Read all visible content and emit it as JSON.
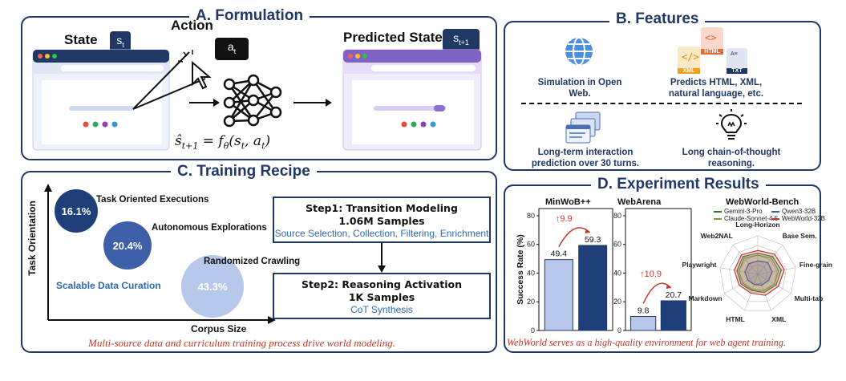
{
  "formulation": {
    "title": "A. Formulation",
    "state_label": "State",
    "state_tag": "s",
    "state_sub": "t",
    "action_label": "Action",
    "action_tag": "a",
    "action_sub": "t",
    "predicted_label": "Predicted State",
    "predicted_tag": "s",
    "predicted_sub": "t+1",
    "equation": "ŝ_{t+1} = f_θ(s_t, a_t)"
  },
  "features": {
    "title": "B. Features",
    "items": [
      {
        "text": "Simulation in Open Web.",
        "icon": "globe-icon"
      },
      {
        "text": "Predicts HTML, XML, natural language, etc.",
        "icon": "file-types-icon"
      },
      {
        "text": "Long-term interaction prediction over 30 turns.",
        "icon": "stacked-windows-icon"
      },
      {
        "text": "Long chain-of-thought reasoning.",
        "icon": "lightbulb-icon"
      }
    ],
    "file_tags": [
      "HTML",
      "XML",
      "TXT"
    ]
  },
  "training": {
    "title": "C. Training Recipe",
    "ylabel": "Task Orientation",
    "xlabel": "Corpus Size",
    "bubbles": [
      {
        "label": "Task Oriented Executions",
        "pct": "16.1%",
        "color": "#1f3f7a"
      },
      {
        "label": "Autonomous Explorations",
        "pct": "20.4%",
        "color": "#3d5fa8"
      },
      {
        "label": "Randomized Crawling",
        "pct": "43.3%",
        "color": "#b8c8ea"
      }
    ],
    "curation": "Scalable Data Curation",
    "step1": {
      "title": "Step1: Transition Modeling",
      "samples": "1.06M Samples",
      "detail": "Source Selection, Collection, Filtering, Enrichment"
    },
    "step2": {
      "title": "Step2: Reasoning Activation",
      "samples": "1K Samples",
      "detail": "CoT Synthesis"
    },
    "footer": "Multi-source data and curriculum training process drive world modeling."
  },
  "experiments": {
    "title": "D. Experiment Results",
    "ylabel": "Success Rate (%)",
    "footer": "WebWorld serves as a high-quality environment for web agent training.",
    "radar_title": "WebWorld-Bench"
  },
  "chart_data": [
    {
      "type": "bar",
      "title": "MinWoB++",
      "categories": [
        "",
        ""
      ],
      "values": [
        49.4,
        59.3
      ],
      "ylabel": "Success Rate (%)",
      "ylim": [
        0,
        85
      ],
      "yticks": [
        0,
        20,
        40,
        60,
        80
      ],
      "annotation": "↑9.9",
      "colors": [
        "#b8c8ea",
        "#1f3f7a"
      ]
    },
    {
      "type": "bar",
      "title": "WebArena",
      "categories": [
        "",
        ""
      ],
      "values": [
        9.8,
        20.7
      ],
      "ylim": [
        0,
        85
      ],
      "yticks": [
        0,
        20,
        40,
        60,
        80
      ],
      "annotation": "↑10.9",
      "colors": [
        "#b8c8ea",
        "#1f3f7a"
      ]
    },
    {
      "type": "radar",
      "title": "WebWorld-Bench",
      "axes": [
        "Long-Horizon",
        "Base Sem.",
        "Fine-grain",
        "Multi-tab",
        "XML",
        "HTML",
        "Markdown",
        "Playwright",
        "Web2NAL"
      ],
      "series": [
        {
          "name": "Gemini-3-Pro",
          "color": "#2e7d32",
          "values": [
            0.55,
            0.6,
            0.62,
            0.55,
            0.5,
            0.45,
            0.5,
            0.55,
            0.6
          ]
        },
        {
          "name": "Claude-Sonnet-4.5",
          "color": "#8d8d4a",
          "values": [
            0.5,
            0.55,
            0.55,
            0.5,
            0.45,
            0.42,
            0.45,
            0.5,
            0.55
          ]
        },
        {
          "name": "Qwen3-32B",
          "color": "#3d5fa8",
          "values": [
            0.35,
            0.4,
            0.38,
            0.32,
            0.3,
            0.28,
            0.3,
            0.34,
            0.36
          ]
        },
        {
          "name": "WebWorld-32B",
          "color": "#c0392b",
          "values": [
            0.62,
            0.68,
            0.7,
            0.62,
            0.58,
            0.52,
            0.56,
            0.62,
            0.66
          ]
        }
      ]
    }
  ]
}
